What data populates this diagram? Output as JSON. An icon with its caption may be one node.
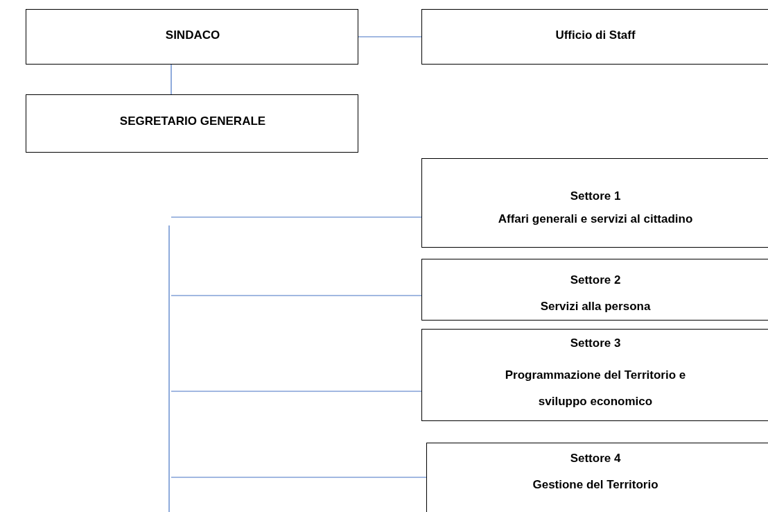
{
  "diagram": {
    "nodes": [
      {
        "text": [
          "SINDACO"
        ]
      },
      {
        "text": [
          "Ufficio di Staff"
        ]
      },
      {
        "text": [
          "SEGRETARIO GENERALE"
        ]
      },
      {
        "text": [
          "Settore 1",
          "Affari generali e servizi al cittadino"
        ]
      },
      {
        "text": [
          "Settore 2",
          "Servizi alla persona"
        ]
      },
      {
        "text": [
          "Settore 3",
          "Programmazione del Territorio e sviluppo economico"
        ]
      },
      {
        "text": [
          "Settore 4",
          "Gestione del Territorio"
        ]
      }
    ],
    "edges": [
      {
        "from": 0,
        "to": 1,
        "arrow": "none"
      },
      {
        "from": 0,
        "to": 2,
        "arrow": "none"
      },
      {
        "from": null,
        "to": 3,
        "arrow": "none"
      },
      {
        "from": null,
        "to": 4,
        "arrow": "none"
      },
      {
        "from": null,
        "to": 5,
        "arrow": "none"
      },
      {
        "from": null,
        "to": 6,
        "arrow": "none"
      }
    ]
  }
}
